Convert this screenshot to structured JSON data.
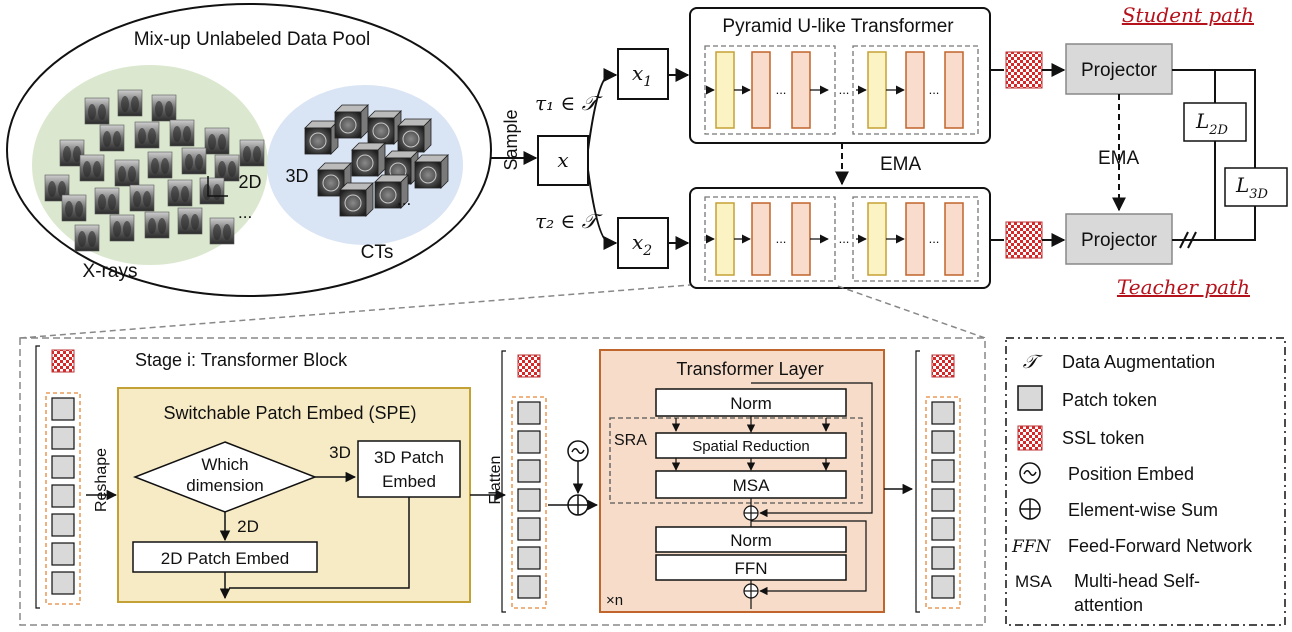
{
  "pool": {
    "title": "Mix-up Unlabeled Data Pool",
    "xray_label": "X-rays",
    "ct_label": "CTs",
    "label_2d": "2D",
    "label_3d": "3D",
    "ellipsis": "..."
  },
  "sample_label": "Sample",
  "x_label": "x",
  "x1_label": "x",
  "x1_sub": "1",
  "x2_label": "x",
  "x2_sub": "2",
  "tau1": "τ₁ ∈ 𝒯",
  "tau2": "τ₂ ∈ 𝒯",
  "put_title": "Pyramid U-like Transformer",
  "dots": "...",
  "ema_label": "EMA",
  "projector_label": "Projector",
  "student_path": "Student path",
  "teacher_path": "Teacher path",
  "loss_2d": "L",
  "loss_2d_sub": "2D",
  "loss_3d": "L",
  "loss_3d_sub": "3D",
  "stage": {
    "title": "Stage i:   Transformer Block",
    "reshape": "Reshape",
    "flatten": "Flatten",
    "times_n": "×n"
  },
  "spe": {
    "title": "Switchable Patch Embed (SPE)",
    "which_line1": "Which",
    "which_line2": "dimension",
    "label_3d": "3D",
    "label_2d": "2D",
    "embed3d_line1": "3D Patch",
    "embed3d_line2": "Embed",
    "embed2d": "2D Patch Embed"
  },
  "tlayer": {
    "title": "Transformer Layer",
    "norm": "Norm",
    "sra": "SRA",
    "spatial_reduction": "Spatial Reduction",
    "msa": "MSA",
    "ffn": "FFN"
  },
  "legend": {
    "items": [
      {
        "symbol": "𝒯",
        "text": "Data Augmentation"
      },
      {
        "symbol": "",
        "text": "Patch token"
      },
      {
        "symbol": "",
        "text": "SSL token"
      },
      {
        "symbol": "~",
        "text": "Position Embed"
      },
      {
        "symbol": "+",
        "text": "Element-wise Sum"
      },
      {
        "symbol": "FFN",
        "text": "Feed-Forward Network"
      },
      {
        "symbol": "MSA",
        "text": "Multi-head Self-"
      }
    ],
    "msa_line2": "attention"
  },
  "colors": {
    "student_red": "#b5121b",
    "ssl_red": "#d62828",
    "patch_gray": "#d9d9d9",
    "spe_fill": "#f7ebc6",
    "spe_border": "#c4a135",
    "tl_fill": "#f6dcc9",
    "tl_border": "#c0652c",
    "yellow_block": "#fbf3c4",
    "orange_block": "#f9dccb",
    "token_dash": "#e3873a",
    "xray_bg": "#dbe8cf",
    "ct_bg": "#d9e4f4"
  }
}
